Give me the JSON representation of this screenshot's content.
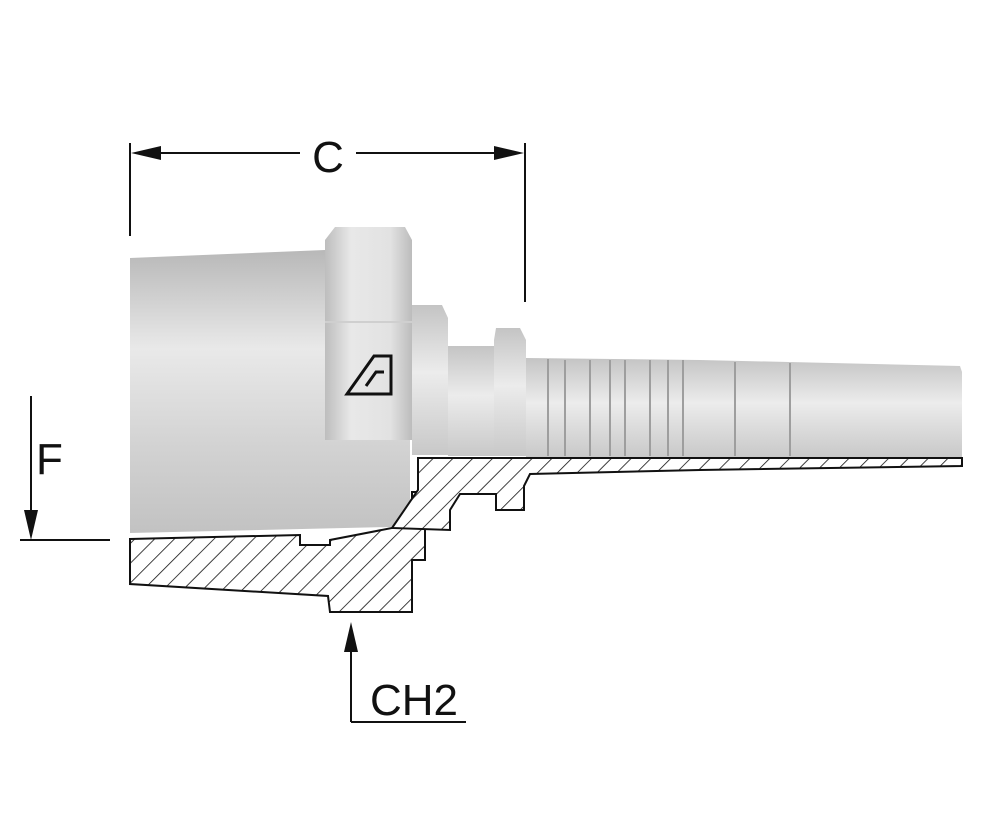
{
  "labels": {
    "c": "C",
    "f": "F",
    "ch2": "CH2"
  },
  "colors": {
    "line": "#111111",
    "steel_light": "#e4e4e4",
    "steel_mid": "#c9c9c9",
    "steel_dark": "#a9a9a9",
    "section_fill": "#ffffff"
  },
  "icons": {
    "logo": "manufacturer-logo-icon"
  }
}
